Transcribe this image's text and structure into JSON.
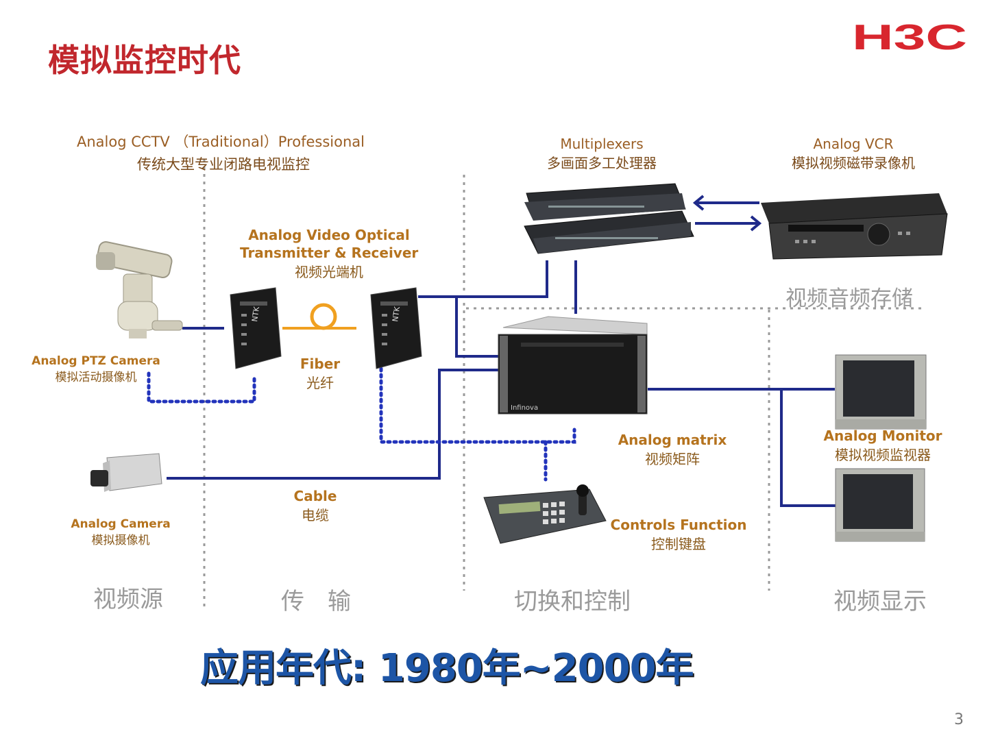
{
  "slide": {
    "title": "模拟监控时代",
    "logo_text": "H3C",
    "page_number": "3",
    "era": "应用年代: 1980年~2000年"
  },
  "header_label": {
    "en": "Analog CCTV  （Traditional）Professional",
    "cn": "传统大型专业闭路电视监控"
  },
  "devices": {
    "ptz_camera": {
      "en": "Analog PTZ Camera",
      "cn": "模拟活动摄像机"
    },
    "analog_camera": {
      "en": "Analog Camera",
      "cn": "模拟摄像机"
    },
    "optical": {
      "en1": "Analog Video Optical",
      "en2": "Transmitter & Receiver",
      "cn": "视频光端机"
    },
    "fiber": {
      "en": "Fiber",
      "cn": "光纤"
    },
    "cable": {
      "en": "Cable",
      "cn": "电缆"
    },
    "multiplexer": {
      "en": "Multiplexers",
      "cn": "多画面多工处理器"
    },
    "vcr": {
      "en": "Analog VCR",
      "cn": "模拟视频磁带录像机"
    },
    "matrix": {
      "en": "Analog matrix",
      "cn": "视频矩阵"
    },
    "controls": {
      "en": "Controls Function",
      "cn": "控制键盘"
    },
    "monitor": {
      "en": "Analog Monitor",
      "cn": "模拟视频监视器"
    }
  },
  "zones": {
    "source": "视频源",
    "transport": "传　输",
    "switching": "切换和控制",
    "display": "视频显示",
    "storage": "视频音频存储"
  },
  "colors": {
    "title": "#c1272d",
    "wire": "#1f2a8a",
    "label_en": "#b5731e",
    "era": "#1d55a6",
    "divider": "#9a9a9a",
    "fiber": "#f0a020"
  }
}
